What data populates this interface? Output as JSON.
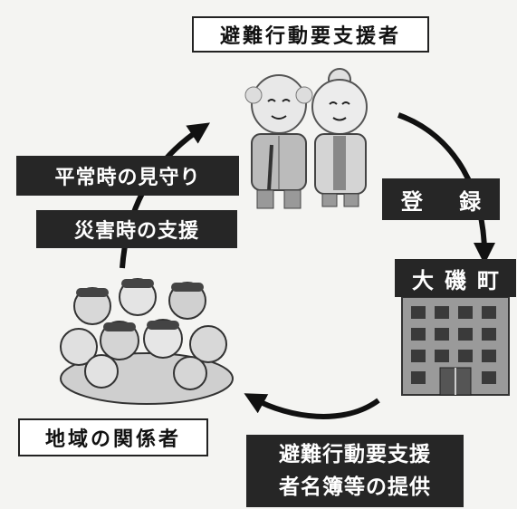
{
  "diagram": {
    "elderly_title": "避難行動要支援者",
    "register_label": "登 録",
    "town_label": "大磯町",
    "list_lines": [
      "避難行動要支援",
      "者名簿等の提供"
    ],
    "community_label": "地域の関係者",
    "support_lines": [
      "平常時の見守り",
      "災害時の支援"
    ]
  },
  "icons": [
    "elderly-couple-icon",
    "town-hall-building-icon",
    "community-crowd-icon",
    "cycle-arrow-icon"
  ]
}
